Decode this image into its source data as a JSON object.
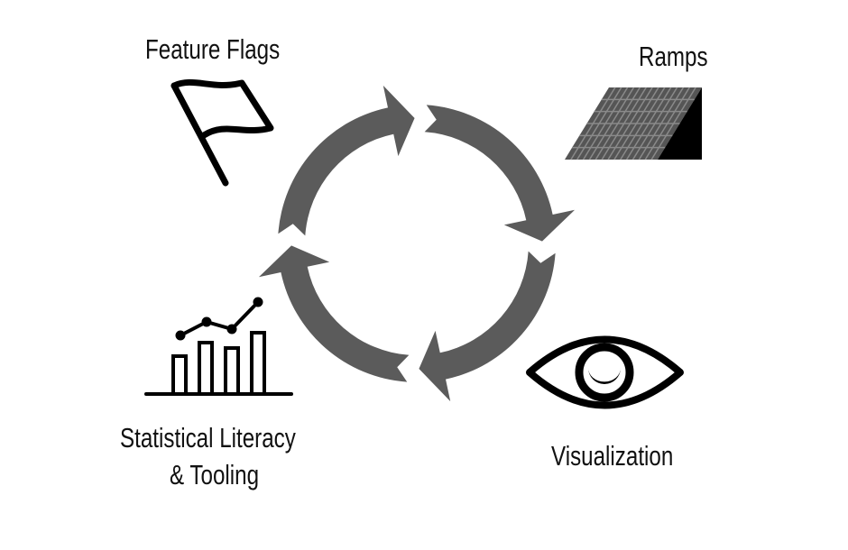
{
  "title": "Continuous improvement cycle",
  "labels": {
    "feature_flags": "Feature Flags",
    "ramps": "Ramps",
    "visualization": "Visualization",
    "stats_line1": "Statistical Literacy",
    "stats_line2": "& Tooling"
  },
  "colors": {
    "arrow": "#5b5b5b",
    "icon": "#000000",
    "ramp": "#555555"
  }
}
